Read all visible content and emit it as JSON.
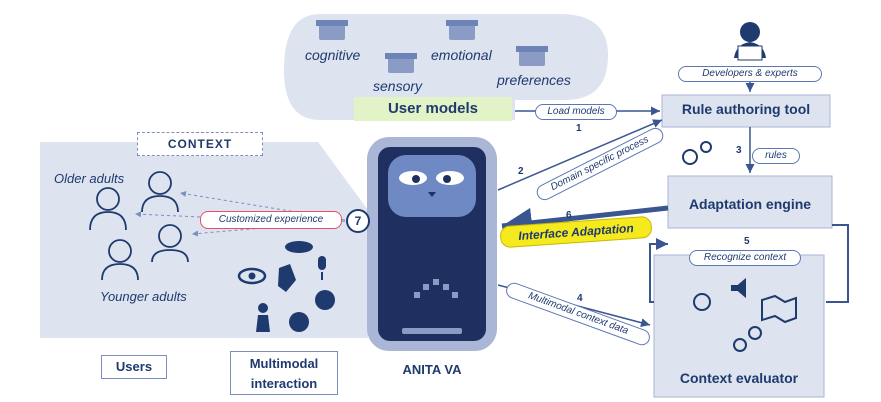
{
  "user_models": {
    "title": "User models",
    "items": [
      "cognitive",
      "emotional",
      "sensory",
      "preferences"
    ]
  },
  "load_models": "Load models",
  "developers": "Developers & experts",
  "rule_tool": "Rule authoring tool",
  "rules": "rules",
  "domain_process": "Domain specific process",
  "adaptation_engine": "Adaptation engine",
  "interface_adaptation": "Interface Adaptation",
  "recognize_context": "Recognize context",
  "context_evaluator": "Context evaluator",
  "multimodal_data": "Multimodal context data",
  "context": "CONTEXT",
  "older_adults": "Older adults",
  "younger_adults": "Younger adults",
  "customized": "Customized experience",
  "step7": "7",
  "users": "Users",
  "multimodal_interaction": [
    "Multimodal",
    "interaction"
  ],
  "anita": "ANITA VA",
  "steps": {
    "s1": "1",
    "s2": "2",
    "s3": "3",
    "s4": "4",
    "s5": "5",
    "s6": "6"
  },
  "colors": {
    "navy": "#1f3a6e",
    "light": "#dde3ef",
    "accent_yellow": "#f5ea1e",
    "pink": "#e1506c",
    "green_bg": "#e3f3c8"
  }
}
